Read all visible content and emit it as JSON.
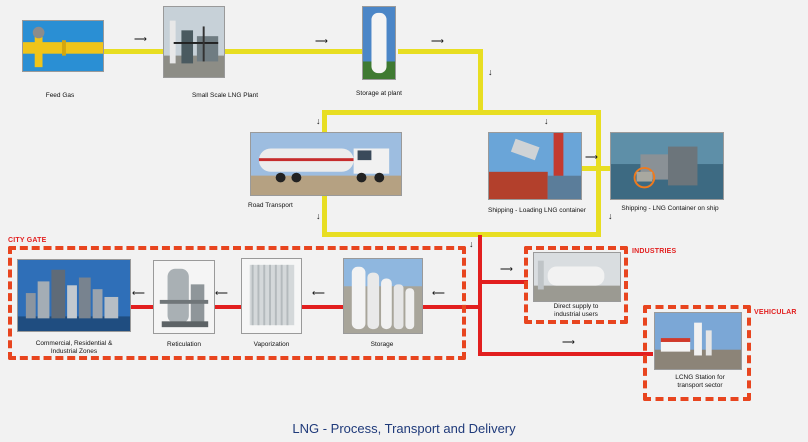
{
  "nodes": {
    "feed_gas": "Feed Gas",
    "small_plant": "Small Scale LNG Plant",
    "storage_plant": "Storage at plant",
    "road_transport": "Road Transport",
    "shipping_loading": "Shipping - Loading LNG container",
    "shipping_container": "Shipping - LNG Container on ship",
    "commercial": "Commercial, Residential & Industrial Zones",
    "reticulation": "Reticulation",
    "vaporization": "Vaporization",
    "storage": "Storage",
    "direct_supply": "Direct supply to industrial users",
    "lcng_station": "LCNG Station for transport sector"
  },
  "regions": {
    "city_gate": "CITY GATE",
    "industries": "INDUSTRIES",
    "vehicular": "VEHICULAR"
  },
  "footer_title": "LNG - Process, Transport and Delivery",
  "colors": {
    "pipe_yellow": "#e8de22",
    "pipe_red": "#e21f1f",
    "region_border": "#e8451f",
    "title_blue": "#1f3a7a"
  }
}
